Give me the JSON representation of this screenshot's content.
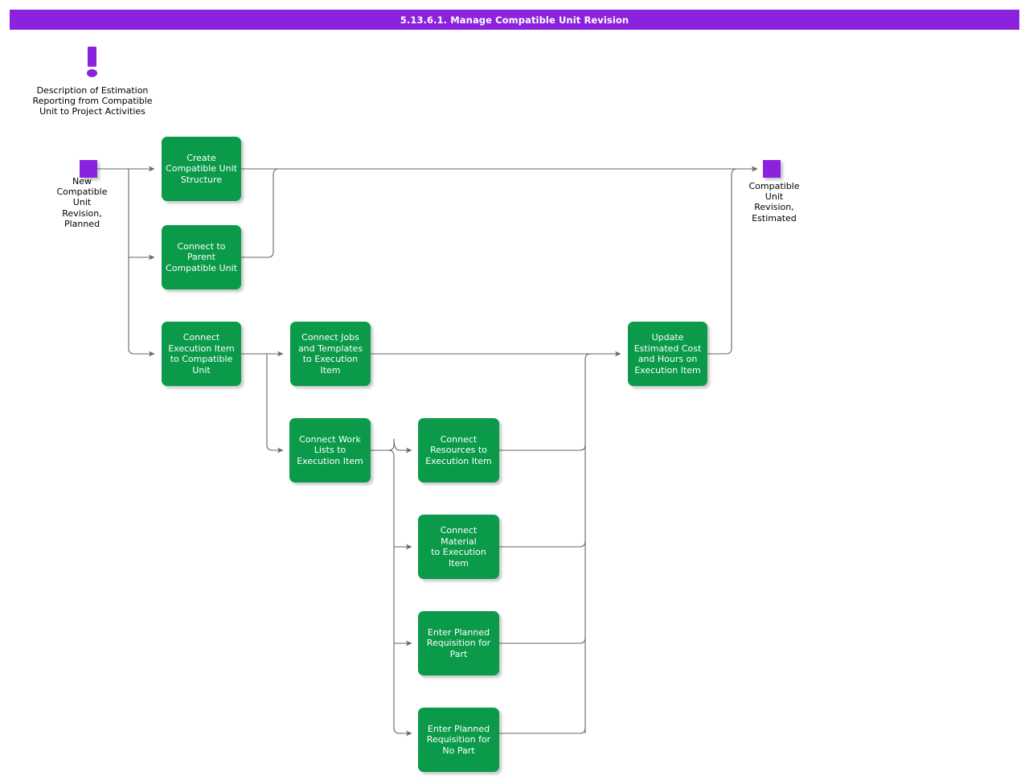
{
  "header": {
    "title": "5.13.6.1. Manage Compatible Unit Revision",
    "bar_color": "#8A22DE",
    "text_color": "#FFFFFF"
  },
  "note": {
    "icon": "exclamation-icon",
    "icon_color": "#8A22DE",
    "text": "Description of Estimation\nReporting from Compatible\nUnit to Project Activities"
  },
  "palette": {
    "process_fill": "#0A9A4A",
    "process_text": "#FFFFFF",
    "terminator_fill": "#8A22DE",
    "connector": "#666666",
    "background": "#FFFFFF"
  },
  "terminators": [
    {
      "id": "start",
      "name": "start-terminator",
      "label": "New\nCompatible\nUnit\nRevision,\nPlanned"
    },
    {
      "id": "end",
      "name": "end-terminator",
      "label": "Compatible\nUnit\nRevision,\nEstimated"
    }
  ],
  "nodes": [
    {
      "id": "create-cu-structure",
      "label": "Create\nCompatible Unit\nStructure"
    },
    {
      "id": "connect-parent-cu",
      "label": "Connect to\nParent\nCompatible Unit"
    },
    {
      "id": "connect-exec-item-cu",
      "label": "Connect\nExecution Item\nto Compatible\nUnit"
    },
    {
      "id": "connect-jobs-templates",
      "label": "Connect Jobs\nand Templates\nto Execution\nItem"
    },
    {
      "id": "connect-work-lists",
      "label": "Connect Work\nLists to\nExecution Item"
    },
    {
      "id": "connect-resources",
      "label": "Connect\nResources to\nExecution Item"
    },
    {
      "id": "connect-material",
      "label": "Connect Material\nto Execution\nItem"
    },
    {
      "id": "req-for-part",
      "label": "Enter Planned\nRequisition for\nPart"
    },
    {
      "id": "req-for-no-part",
      "label": "Enter Planned\nRequisition for\nNo Part"
    },
    {
      "id": "update-estimated-cost",
      "label": "Update\nEstimated Cost\nand Hours on\nExecution Item"
    }
  ],
  "flow": {
    "from_start": [
      "create-cu-structure",
      "connect-parent-cu",
      "connect-exec-item-cu"
    ],
    "from_connect_exec_item_cu": [
      "connect-jobs-templates",
      "connect-work-lists"
    ],
    "from_connect_work_lists": [
      "connect-resources",
      "connect-material",
      "req-for-part",
      "req-for-no-part"
    ],
    "into_update_estimated_cost": [
      "connect-jobs-templates",
      "connect-resources",
      "connect-material",
      "req-for-part",
      "req-for-no-part"
    ],
    "into_end": [
      "create-cu-structure",
      "connect-parent-cu",
      "update-estimated-cost"
    ]
  }
}
